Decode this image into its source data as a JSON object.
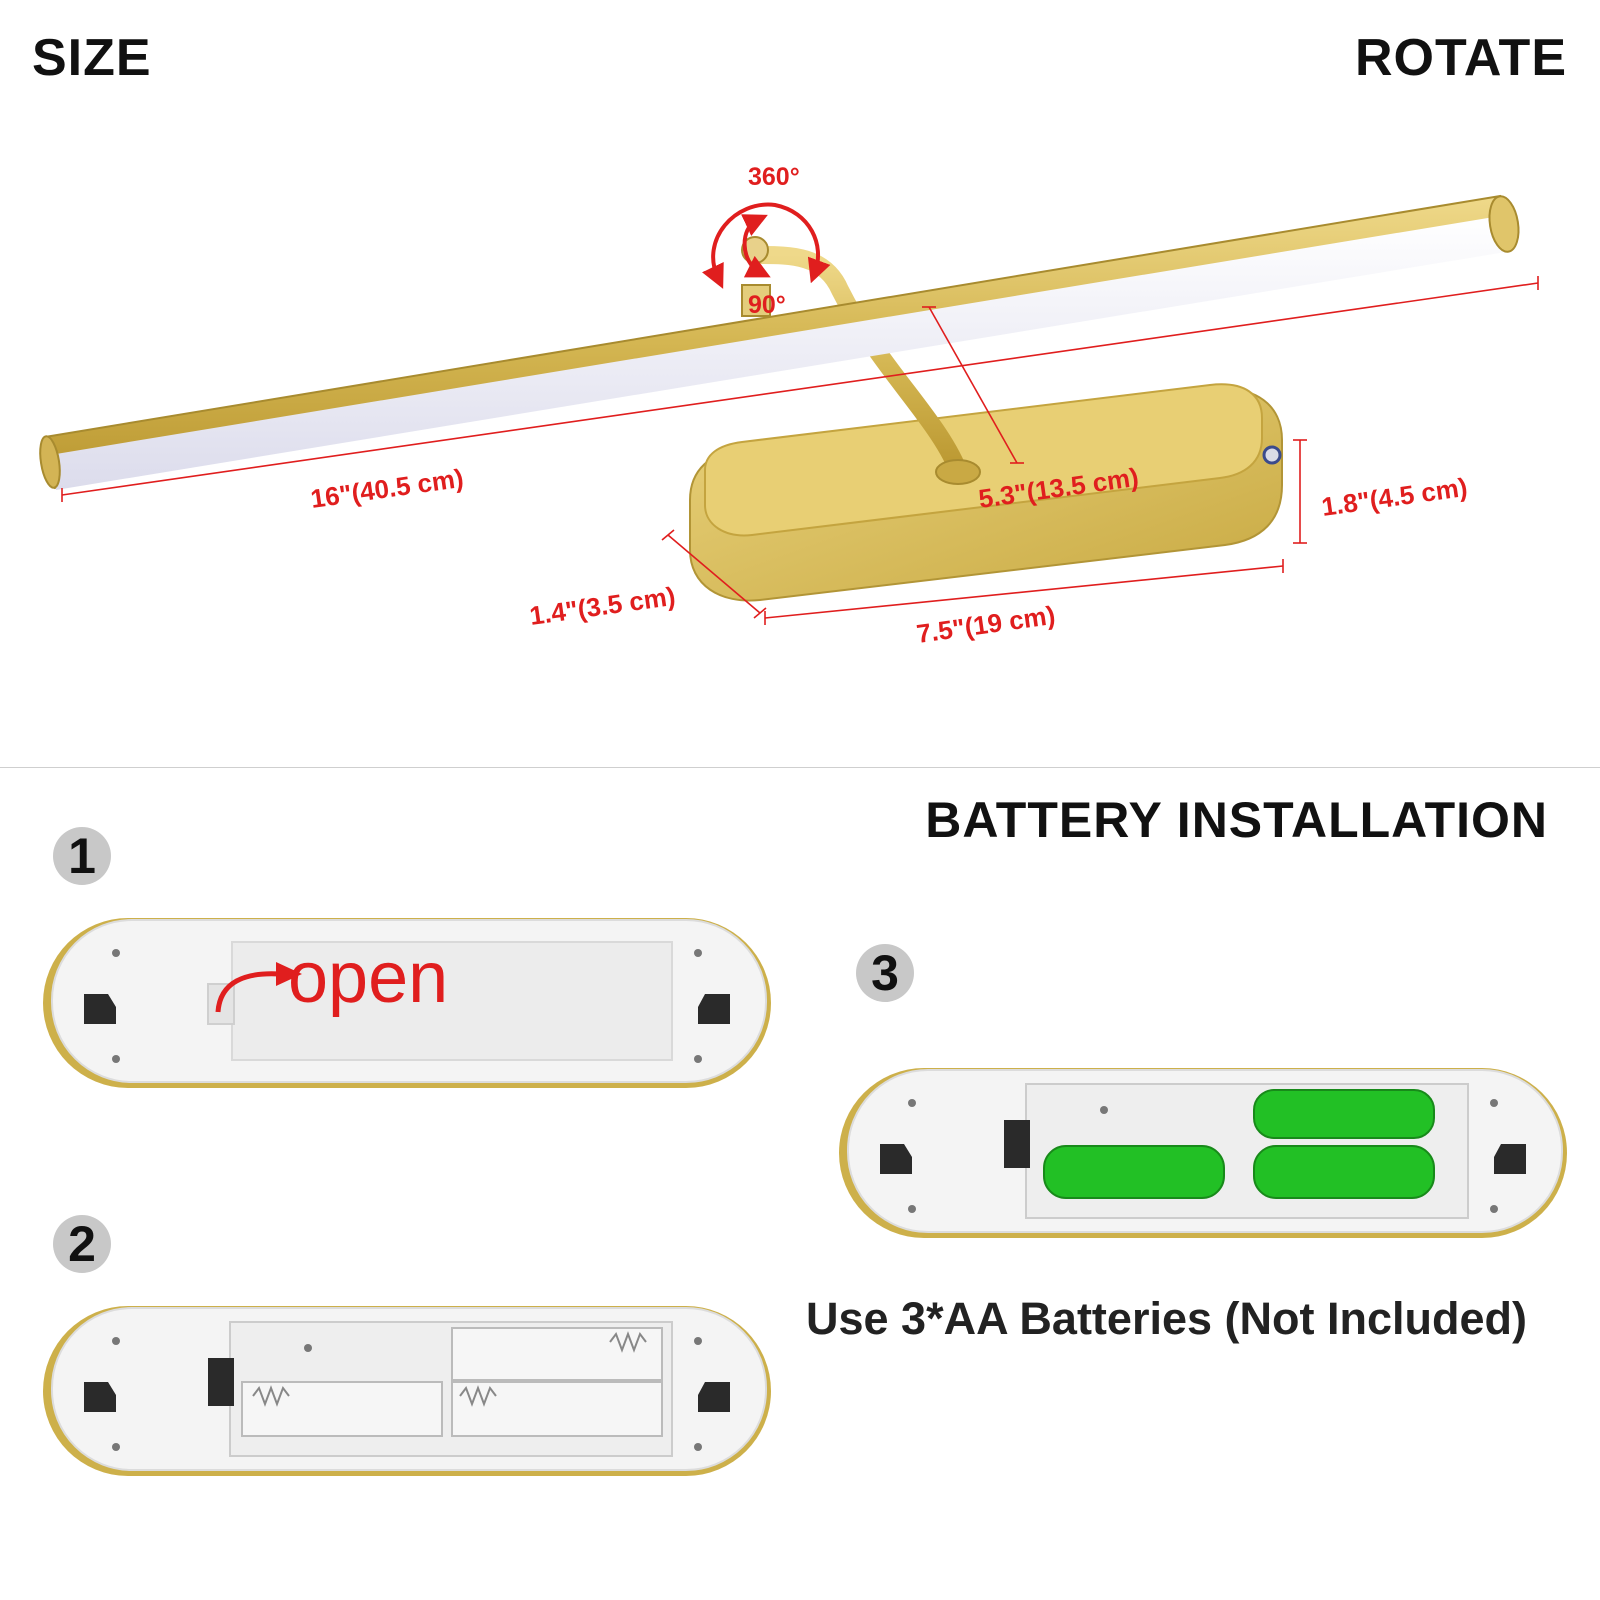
{
  "headings": {
    "size": "SIZE",
    "rotate": "ROTATE",
    "battery_installation": "BATTERY INSTALLATION"
  },
  "rotation_labels": {
    "swivel": "360°",
    "tilt": "90°"
  },
  "dimensions": {
    "bar_length": "16\"(40.5 cm)",
    "arm_height": "5.3\"(13.5 cm)",
    "base_height": "1.8\"(4.5 cm)",
    "base_depth": "1.4\"(3.5 cm)",
    "base_length": "7.5\"(19 cm)"
  },
  "steps": [
    {
      "number": "1",
      "label": "open"
    },
    {
      "number": "2"
    },
    {
      "number": "3"
    }
  ],
  "battery_note": "Use 3*AA Batteries (Not Included)",
  "colors": {
    "gold": "#cdb04a",
    "dimension_red": "#e01e1e",
    "battery_green": "#22c025",
    "badge_gray": "#c8c8c8"
  }
}
